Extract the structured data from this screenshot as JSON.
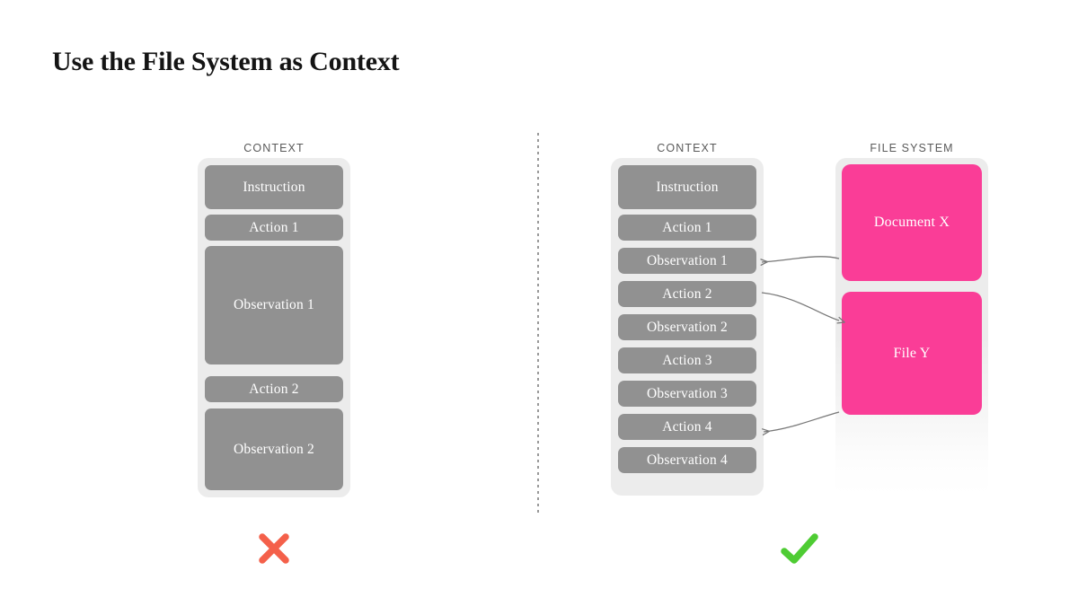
{
  "slide": {
    "title": "Use the File System as Context",
    "background_color": "#ffffff"
  },
  "colors": {
    "gray_block": "#919191",
    "container_gray": "#ececec",
    "pink_block": "#fa3d97",
    "cross_red": "#f4604a",
    "check_green": "#4ecc33",
    "header_text": "#5a5a5a",
    "title_text": "#141414",
    "connector_line": "#787878",
    "divider": "#999999"
  },
  "left_panel": {
    "header": "CONTEXT",
    "verdict_icon": "cross-mark-icon",
    "blocks": [
      {
        "label": "Instruction",
        "type": "instruction"
      },
      {
        "label": "Action 1",
        "type": "action"
      },
      {
        "label": "Observation 1",
        "type": "observation-large"
      },
      {
        "label": "Action 2",
        "type": "action"
      },
      {
        "label": "Observation 2",
        "type": "observation-large"
      }
    ]
  },
  "right_panel": {
    "header": "CONTEXT",
    "verdict_icon": "check-mark-icon",
    "blocks": [
      {
        "label": "Instruction",
        "type": "instruction"
      },
      {
        "label": "Action 1",
        "type": "action"
      },
      {
        "label": "Observation 1",
        "type": "observation"
      },
      {
        "label": "Action 2",
        "type": "action"
      },
      {
        "label": "Observation 2",
        "type": "observation"
      },
      {
        "label": "Action 3",
        "type": "action"
      },
      {
        "label": "Observation 3",
        "type": "observation"
      },
      {
        "label": "Action 4",
        "type": "action"
      },
      {
        "label": "Observation 4",
        "type": "observation"
      }
    ]
  },
  "file_system_panel": {
    "header": "FILE SYSTEM",
    "blocks": [
      {
        "label": "Document X"
      },
      {
        "label": "File Y"
      }
    ]
  },
  "connectors": [
    {
      "from": "Document X",
      "to": "Observation 1",
      "direction": "left"
    },
    {
      "from": "Action 2",
      "to": "File Y",
      "direction": "right"
    },
    {
      "from": "File Y",
      "to": "Action 4",
      "direction": "left"
    }
  ]
}
